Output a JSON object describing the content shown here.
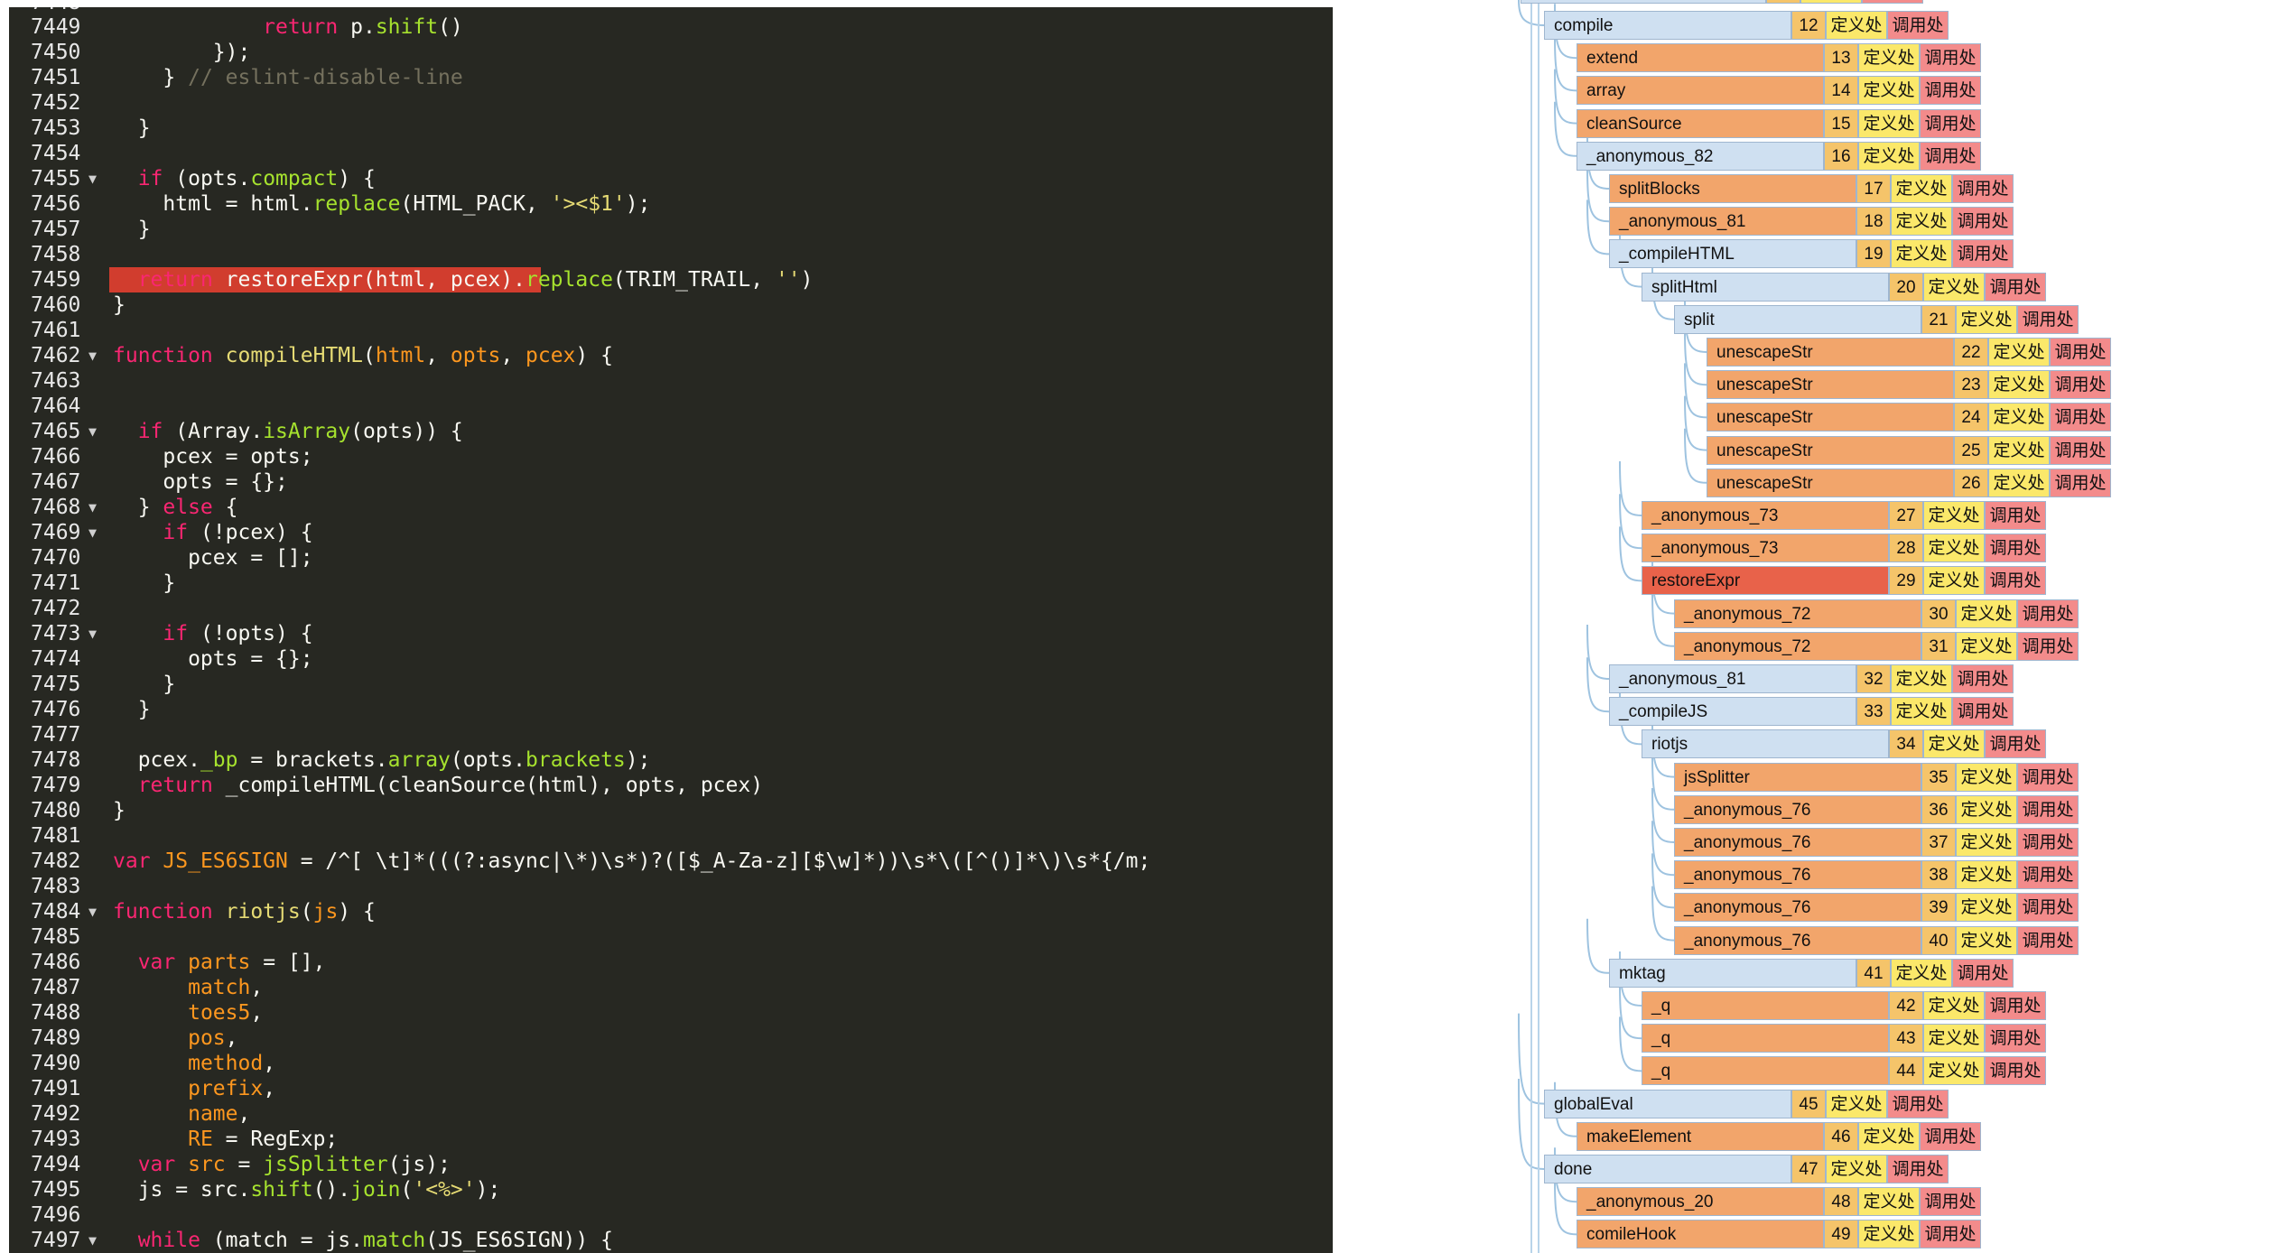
{
  "editor": {
    "lines": [
      {
        "n": "7449",
        "fold": false,
        "tokens": [
          [
            "    ",
            ""
          ],
          [
            "return",
            "kw"
          ],
          [
            " p.",
            "var"
          ],
          [
            "shift",
            "mth"
          ],
          [
            "()",
            "var"
          ]
        ],
        "indent": 4
      },
      {
        "n": "7450",
        "fold": false,
        "tokens": [
          [
            "    });",
            "var"
          ]
        ],
        "indent": 2
      },
      {
        "n": "7451",
        "fold": false,
        "tokens": [
          [
            "  } ",
            "var"
          ],
          [
            "// eslint-disable-line",
            "cmt"
          ]
        ],
        "indent": 1
      },
      {
        "n": "7452",
        "fold": false,
        "tokens": [],
        "indent": 0
      },
      {
        "n": "7453",
        "fold": false,
        "tokens": [
          [
            "  }",
            "var"
          ]
        ],
        "indent": 0
      },
      {
        "n": "7454",
        "fold": false,
        "tokens": [],
        "indent": 0
      },
      {
        "n": "7455",
        "fold": true,
        "tokens": [
          [
            "  ",
            ""
          ],
          [
            "if",
            "kw"
          ],
          [
            " (opts.",
            "var"
          ],
          [
            "compact",
            "mth"
          ],
          [
            ") {",
            "var"
          ]
        ],
        "indent": 0
      },
      {
        "n": "7456",
        "fold": false,
        "tokens": [
          [
            "    html = html.",
            "var"
          ],
          [
            "replace",
            "mth"
          ],
          [
            "(HTML_PACK, ",
            "var"
          ],
          [
            "'><$1'",
            "str"
          ],
          [
            ");",
            "var"
          ]
        ],
        "indent": 0
      },
      {
        "n": "7457",
        "fold": false,
        "tokens": [
          [
            "  }",
            "var"
          ]
        ],
        "indent": 0
      },
      {
        "n": "7458",
        "fold": false,
        "tokens": [],
        "indent": 0
      },
      {
        "n": "7459",
        "fold": false,
        "highlight": true,
        "tokens": [
          [
            "  ",
            ""
          ],
          [
            "return",
            "kw"
          ],
          [
            " restoreExpr(html, pcex).",
            "var"
          ],
          [
            "replace",
            "mth"
          ],
          [
            "(TRIM_TRAIL, ",
            "var"
          ],
          [
            "''",
            "str"
          ],
          [
            ")",
            "var"
          ]
        ],
        "indent": 0
      },
      {
        "n": "7460",
        "fold": false,
        "tokens": [
          [
            "}",
            "var"
          ]
        ],
        "indent": 0
      },
      {
        "n": "7461",
        "fold": false,
        "tokens": [],
        "indent": 0
      },
      {
        "n": "7462",
        "fold": true,
        "tokens": [
          [
            "function",
            "kw"
          ],
          [
            " ",
            ""
          ],
          [
            "compileHTML",
            "fn"
          ],
          [
            "(",
            "var"
          ],
          [
            "html",
            "prm"
          ],
          [
            ", ",
            "var"
          ],
          [
            "opts",
            "prm"
          ],
          [
            ", ",
            "var"
          ],
          [
            "pcex",
            "prm"
          ],
          [
            ") {",
            "var"
          ]
        ],
        "indent": 0
      },
      {
        "n": "7463",
        "fold": false,
        "tokens": [],
        "indent": 0
      },
      {
        "n": "7464",
        "fold": false,
        "tokens": [],
        "indent": 0
      },
      {
        "n": "7465",
        "fold": true,
        "tokens": [
          [
            "  ",
            ""
          ],
          [
            "if",
            "kw"
          ],
          [
            " (Array.",
            "var"
          ],
          [
            "isArray",
            "mth"
          ],
          [
            "(opts)) {",
            "var"
          ]
        ],
        "indent": 0
      },
      {
        "n": "7466",
        "fold": false,
        "tokens": [
          [
            "    pcex = opts;",
            "var"
          ]
        ],
        "indent": 0
      },
      {
        "n": "7467",
        "fold": false,
        "tokens": [
          [
            "    opts = {};",
            "var"
          ]
        ],
        "indent": 0
      },
      {
        "n": "7468",
        "fold": true,
        "tokens": [
          [
            "  } ",
            "var"
          ],
          [
            "else",
            "kw"
          ],
          [
            " {",
            "var"
          ]
        ],
        "indent": 0
      },
      {
        "n": "7469",
        "fold": true,
        "tokens": [
          [
            "    ",
            ""
          ],
          [
            "if",
            "kw"
          ],
          [
            " (!pcex) {",
            "var"
          ]
        ],
        "indent": 0
      },
      {
        "n": "7470",
        "fold": false,
        "tokens": [
          [
            "      pcex = [];",
            "var"
          ]
        ],
        "indent": 0
      },
      {
        "n": "7471",
        "fold": false,
        "tokens": [
          [
            "    }",
            "var"
          ]
        ],
        "indent": 0
      },
      {
        "n": "7472",
        "fold": false,
        "tokens": [],
        "indent": 0
      },
      {
        "n": "7473",
        "fold": true,
        "tokens": [
          [
            "    ",
            ""
          ],
          [
            "if",
            "kw"
          ],
          [
            " (!opts) {",
            "var"
          ]
        ],
        "indent": 0
      },
      {
        "n": "7474",
        "fold": false,
        "tokens": [
          [
            "      opts = {};",
            "var"
          ]
        ],
        "indent": 0
      },
      {
        "n": "7475",
        "fold": false,
        "tokens": [
          [
            "    }",
            "var"
          ]
        ],
        "indent": 0
      },
      {
        "n": "7476",
        "fold": false,
        "tokens": [
          [
            "  }",
            "var"
          ]
        ],
        "indent": 0
      },
      {
        "n": "7477",
        "fold": false,
        "tokens": [],
        "indent": 0
      },
      {
        "n": "7478",
        "fold": false,
        "tokens": [
          [
            "  pcex.",
            "var"
          ],
          [
            "_bp",
            "mth"
          ],
          [
            " = brackets.",
            "var"
          ],
          [
            "array",
            "mth"
          ],
          [
            "(opts.",
            "var"
          ],
          [
            "brackets",
            "mth"
          ],
          [
            ");",
            "var"
          ]
        ],
        "indent": 0
      },
      {
        "n": "7479",
        "fold": false,
        "tokens": [
          [
            "  ",
            ""
          ],
          [
            "return",
            "kw"
          ],
          [
            " _compileHTML(cleanSource(html), opts, pcex)",
            "var"
          ]
        ],
        "indent": 0
      },
      {
        "n": "7480",
        "fold": false,
        "tokens": [
          [
            "}",
            "var"
          ]
        ],
        "indent": 0
      },
      {
        "n": "7481",
        "fold": false,
        "tokens": [],
        "indent": 0
      },
      {
        "n": "7482",
        "fold": false,
        "tokens": [
          [
            "var",
            "kw"
          ],
          [
            " ",
            ""
          ],
          [
            "JS_ES6SIGN",
            "prm"
          ],
          [
            " = /^[ \\t]*(((?:async|\\*)\\s*)?([$_A-Za-z][$\\w]*))\\s*\\([^()]*\\)\\s*{/m;",
            "var"
          ]
        ],
        "indent": 0
      },
      {
        "n": "7483",
        "fold": false,
        "tokens": [],
        "indent": 0
      },
      {
        "n": "7484",
        "fold": true,
        "tokens": [
          [
            "function",
            "kw"
          ],
          [
            " ",
            ""
          ],
          [
            "riotjs",
            "fn"
          ],
          [
            "(",
            "var"
          ],
          [
            "js",
            "prm"
          ],
          [
            ") {",
            "var"
          ]
        ],
        "indent": 0
      },
      {
        "n": "7485",
        "fold": false,
        "tokens": [],
        "indent": 0
      },
      {
        "n": "7486",
        "fold": false,
        "tokens": [
          [
            "  ",
            ""
          ],
          [
            "var",
            "kw"
          ],
          [
            " ",
            ""
          ],
          [
            "parts",
            "prm"
          ],
          [
            " = [],",
            "var"
          ]
        ],
        "indent": 0
      },
      {
        "n": "7487",
        "fold": false,
        "tokens": [
          [
            "      ",
            ""
          ],
          [
            "match",
            "prm"
          ],
          [
            ",",
            "var"
          ]
        ],
        "indent": 0
      },
      {
        "n": "7488",
        "fold": false,
        "tokens": [
          [
            "      ",
            ""
          ],
          [
            "toes5",
            "prm"
          ],
          [
            ",",
            "var"
          ]
        ],
        "indent": 0
      },
      {
        "n": "7489",
        "fold": false,
        "tokens": [
          [
            "      ",
            ""
          ],
          [
            "pos",
            "prm"
          ],
          [
            ",",
            "var"
          ]
        ],
        "indent": 0
      },
      {
        "n": "7490",
        "fold": false,
        "tokens": [
          [
            "      ",
            ""
          ],
          [
            "method",
            "prm"
          ],
          [
            ",",
            "var"
          ]
        ],
        "indent": 0
      },
      {
        "n": "7491",
        "fold": false,
        "tokens": [
          [
            "      ",
            ""
          ],
          [
            "prefix",
            "prm"
          ],
          [
            ",",
            "var"
          ]
        ],
        "indent": 0
      },
      {
        "n": "7492",
        "fold": false,
        "tokens": [
          [
            "      ",
            ""
          ],
          [
            "name",
            "prm"
          ],
          [
            ",",
            "var"
          ]
        ],
        "indent": 0
      },
      {
        "n": "7493",
        "fold": false,
        "tokens": [
          [
            "      ",
            ""
          ],
          [
            "RE",
            "prm"
          ],
          [
            " = RegExp;",
            "var"
          ]
        ],
        "indent": 0
      },
      {
        "n": "7494",
        "fold": false,
        "tokens": [
          [
            "  ",
            ""
          ],
          [
            "var",
            "kw"
          ],
          [
            " ",
            ""
          ],
          [
            "src",
            "prm"
          ],
          [
            " = ",
            "var"
          ],
          [
            "jsSplitter",
            "mth"
          ],
          [
            "(js);",
            "var"
          ]
        ],
        "indent": 0
      },
      {
        "n": "7495",
        "fold": false,
        "tokens": [
          [
            "  js = src.",
            "var"
          ],
          [
            "shift",
            "mth"
          ],
          [
            "().",
            "var"
          ],
          [
            "join",
            "mth"
          ],
          [
            "(",
            "var"
          ],
          [
            "'<%>'",
            "str"
          ],
          [
            ");",
            "var"
          ]
        ],
        "indent": 0
      },
      {
        "n": "7496",
        "fold": false,
        "tokens": [],
        "indent": 0
      },
      {
        "n": "7497",
        "fold": true,
        "tokens": [
          [
            "  ",
            ""
          ],
          [
            "while",
            "kw"
          ],
          [
            " (match = js.",
            "var"
          ],
          [
            "match",
            "mth"
          ],
          [
            "(JS_ES6SIGN)) {",
            "var"
          ]
        ],
        "indent": 0
      }
    ]
  },
  "tree": {
    "def_label": "定义处",
    "call_label": "调用处",
    "colors": {
      "blue": "#cfe0f1",
      "orange": "#f2a56b",
      "red": "#e8624a"
    },
    "nodes": [
      {
        "name": "compile",
        "idx": "12",
        "depth": 0,
        "color": "blue"
      },
      {
        "name": "extend",
        "idx": "13",
        "depth": 1,
        "color": "orange"
      },
      {
        "name": "array",
        "idx": "14",
        "depth": 1,
        "color": "orange"
      },
      {
        "name": "cleanSource",
        "idx": "15",
        "depth": 1,
        "color": "orange"
      },
      {
        "name": "_anonymous_82",
        "idx": "16",
        "depth": 1,
        "color": "blue"
      },
      {
        "name": "splitBlocks",
        "idx": "17",
        "depth": 2,
        "color": "orange"
      },
      {
        "name": "_anonymous_81",
        "idx": "18",
        "depth": 2,
        "color": "orange"
      },
      {
        "name": "_compileHTML",
        "idx": "19",
        "depth": 2,
        "color": "blue"
      },
      {
        "name": "splitHtml",
        "idx": "20",
        "depth": 3,
        "color": "blue"
      },
      {
        "name": "split",
        "idx": "21",
        "depth": 4,
        "color": "blue"
      },
      {
        "name": "unescapeStr",
        "idx": "22",
        "depth": 5,
        "color": "orange"
      },
      {
        "name": "unescapeStr",
        "idx": "23",
        "depth": 5,
        "color": "orange"
      },
      {
        "name": "unescapeStr",
        "idx": "24",
        "depth": 5,
        "color": "orange"
      },
      {
        "name": "unescapeStr",
        "idx": "25",
        "depth": 5,
        "color": "orange"
      },
      {
        "name": "unescapeStr",
        "idx": "26",
        "depth": 5,
        "color": "orange"
      },
      {
        "name": "_anonymous_73",
        "idx": "27",
        "depth": 3,
        "color": "orange"
      },
      {
        "name": "_anonymous_73",
        "idx": "28",
        "depth": 3,
        "color": "orange"
      },
      {
        "name": "restoreExpr",
        "idx": "29",
        "depth": 3,
        "color": "red"
      },
      {
        "name": "_anonymous_72",
        "idx": "30",
        "depth": 4,
        "color": "orange"
      },
      {
        "name": "_anonymous_72",
        "idx": "31",
        "depth": 4,
        "color": "orange"
      },
      {
        "name": "_anonymous_81",
        "idx": "32",
        "depth": 2,
        "color": "blue"
      },
      {
        "name": "_compileJS",
        "idx": "33",
        "depth": 2,
        "color": "blue"
      },
      {
        "name": "riotjs",
        "idx": "34",
        "depth": 3,
        "color": "blue"
      },
      {
        "name": "jsSplitter",
        "idx": "35",
        "depth": 4,
        "color": "orange"
      },
      {
        "name": "_anonymous_76",
        "idx": "36",
        "depth": 4,
        "color": "orange"
      },
      {
        "name": "_anonymous_76",
        "idx": "37",
        "depth": 4,
        "color": "orange"
      },
      {
        "name": "_anonymous_76",
        "idx": "38",
        "depth": 4,
        "color": "orange"
      },
      {
        "name": "_anonymous_76",
        "idx": "39",
        "depth": 4,
        "color": "orange"
      },
      {
        "name": "_anonymous_76",
        "idx": "40",
        "depth": 4,
        "color": "orange"
      },
      {
        "name": "mktag",
        "idx": "41",
        "depth": 2,
        "color": "blue"
      },
      {
        "name": "_q",
        "idx": "42",
        "depth": 3,
        "color": "orange"
      },
      {
        "name": "_q",
        "idx": "43",
        "depth": 3,
        "color": "orange"
      },
      {
        "name": "_q",
        "idx": "44",
        "depth": 3,
        "color": "orange"
      },
      {
        "name": "globalEval",
        "idx": "45",
        "depth": 0,
        "color": "blue"
      },
      {
        "name": "makeElement",
        "idx": "46",
        "depth": 1,
        "color": "orange"
      },
      {
        "name": "done",
        "idx": "47",
        "depth": 0,
        "color": "blue"
      },
      {
        "name": "_anonymous_20",
        "idx": "48",
        "depth": 1,
        "color": "orange"
      },
      {
        "name": "comileHook",
        "idx": "49",
        "depth": 1,
        "color": "orange"
      }
    ]
  }
}
